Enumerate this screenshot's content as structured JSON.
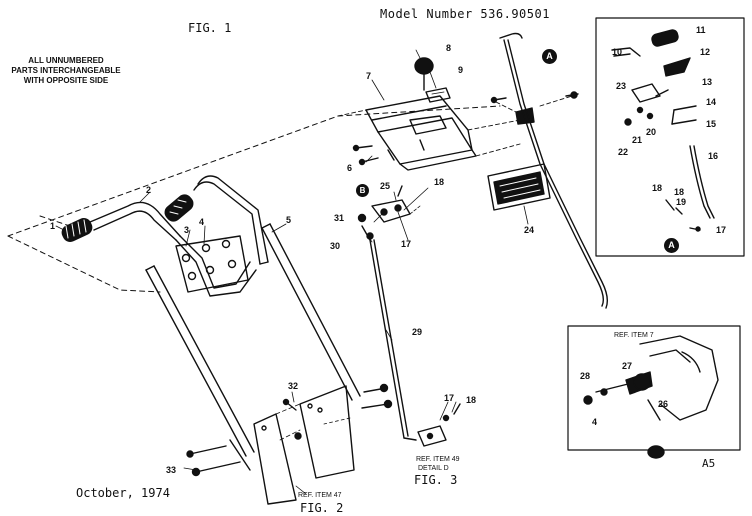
{
  "header": {
    "fig1_label": "FIG. 1",
    "model_number": "Model Number 536.90501"
  },
  "notes": {
    "interchangeable_line1": "ALL UNNUMBERED",
    "interchangeable_line2": "PARTS INTERCHANGEABLE",
    "interchangeable_line3": "WITH OPPOSITE SIDE"
  },
  "footer": {
    "date": "October, 1974",
    "fig2_label": "FIG. 2",
    "fig3_label": "FIG. 3",
    "a5_label": "A5"
  },
  "refs": {
    "ref_item_47": "REF. ITEM 47",
    "ref_item_49": "REF. ITEM 49",
    "detail_d": "DETAIL D",
    "ref_item_7": "REF. ITEM 7"
  },
  "markers": {
    "a_top": "A",
    "a_bottom": "A",
    "b": "B"
  },
  "callouts": {
    "c1": "1",
    "c2": "2",
    "c3": "3",
    "c4": "4",
    "c5": "5",
    "c6": "6",
    "c7": "7",
    "c8": "8",
    "c9": "9",
    "c10": "10",
    "c11": "11",
    "c12": "12",
    "c13": "13",
    "c14": "14",
    "c15": "15",
    "c16": "16",
    "c17": "17",
    "c17b": "17",
    "c17c": "17",
    "c18": "18",
    "c18b": "18",
    "c18c": "18",
    "c18d": "18",
    "c19": "19",
    "c20": "20",
    "c21": "21",
    "c22": "22",
    "c23": "23",
    "c24": "24",
    "c25": "25",
    "c26": "26",
    "c27": "27",
    "c28": "28",
    "c29": "29",
    "c30": "30",
    "c31": "31",
    "c32": "32",
    "c33": "33",
    "c4b": "4"
  },
  "colors": {
    "ink": "#111111",
    "paper": "#ffffff"
  }
}
